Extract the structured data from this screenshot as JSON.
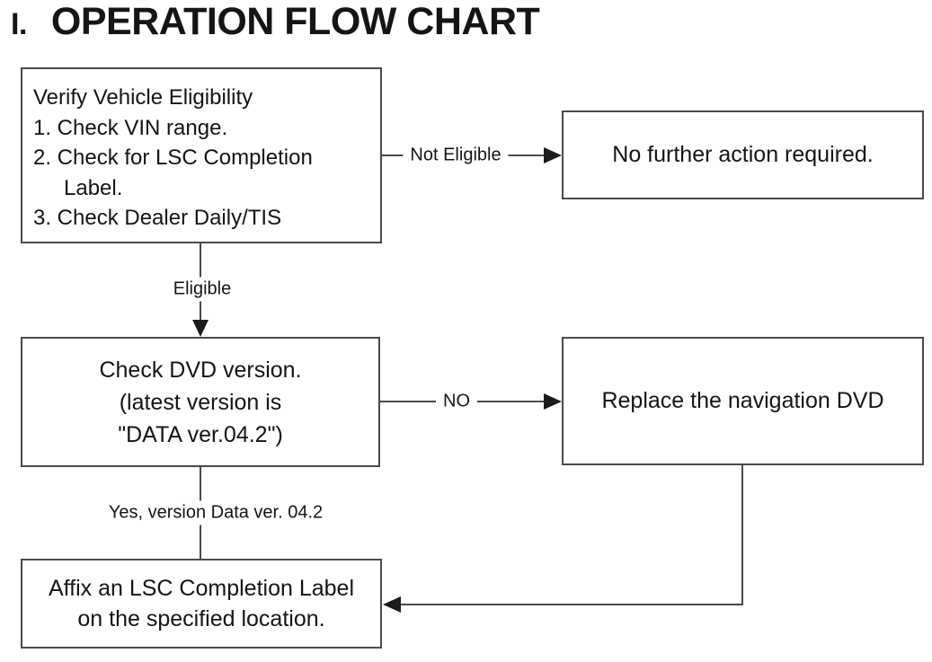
{
  "title": {
    "numeral": "I.",
    "text": "OPERATION FLOW CHART"
  },
  "boxes": {
    "verify": {
      "lines": [
        "Verify Vehicle Eligibility",
        "1. Check VIN range.",
        "2. Check for LSC Completion",
        "Label.",
        "3. Check Dealer Daily/TIS"
      ]
    },
    "no_action": {
      "text": "No further action required."
    },
    "check_dvd": {
      "lines": [
        "Check DVD version.",
        "(latest version is",
        "\"DATA ver.04.2\")"
      ]
    },
    "replace_dvd": {
      "text": "Replace the navigation DVD"
    },
    "affix_label": {
      "lines": [
        "Affix an LSC Completion Label",
        "on the specified location."
      ]
    }
  },
  "connectors": {
    "not_eligible": {
      "label": "Not Eligible"
    },
    "eligible": {
      "label": "Eligible"
    },
    "no": {
      "label": "NO"
    },
    "yes": {
      "label": "Yes, version Data ver. 04.2"
    }
  },
  "colors": {
    "line": "#4a4a4a",
    "arrow": "#1b1b1b",
    "text": "#151515",
    "background": "#ffffff"
  }
}
